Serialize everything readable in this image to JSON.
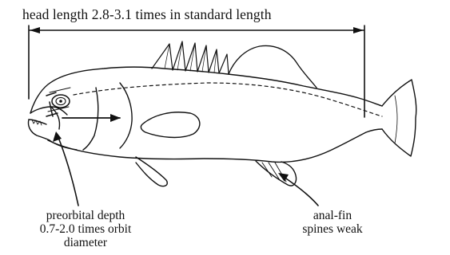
{
  "head_length_label": "head length 2.8-3.1 times in standard length",
  "preorbital_label": {
    "lines": [
      "preorbital depth",
      "0.7-2.0 times orbit",
      "diameter"
    ]
  },
  "analfin_label": {
    "lines": [
      "anal-fin",
      "spines weak"
    ]
  },
  "colors": {
    "ink": "#111111",
    "background": "#ffffff"
  }
}
